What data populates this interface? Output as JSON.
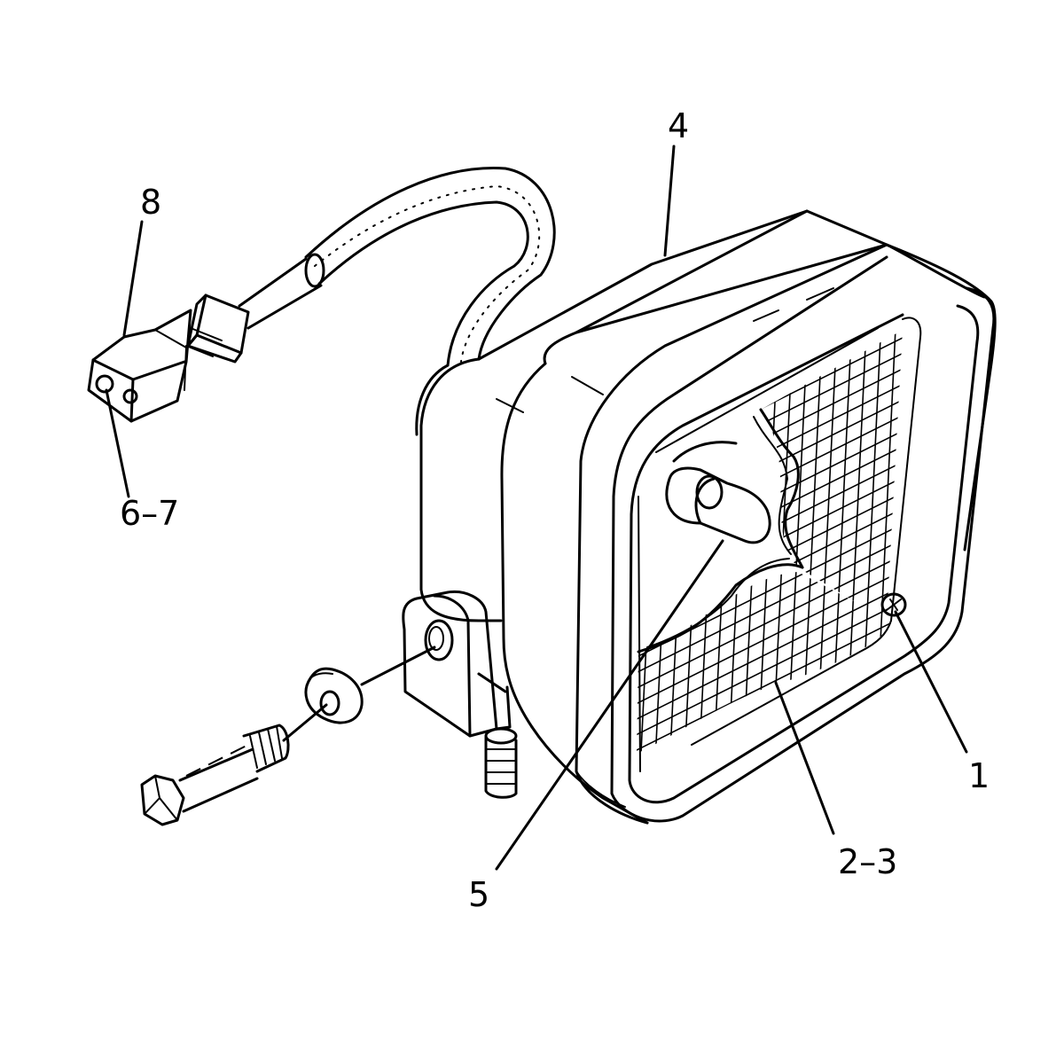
{
  "callouts": {
    "c1": "1",
    "c2_3": "2–3",
    "c4": "4",
    "c5": "5",
    "c6_7": "6–7",
    "c8": "8"
  },
  "colors": {
    "line": "#000000",
    "background": "#ffffff"
  }
}
